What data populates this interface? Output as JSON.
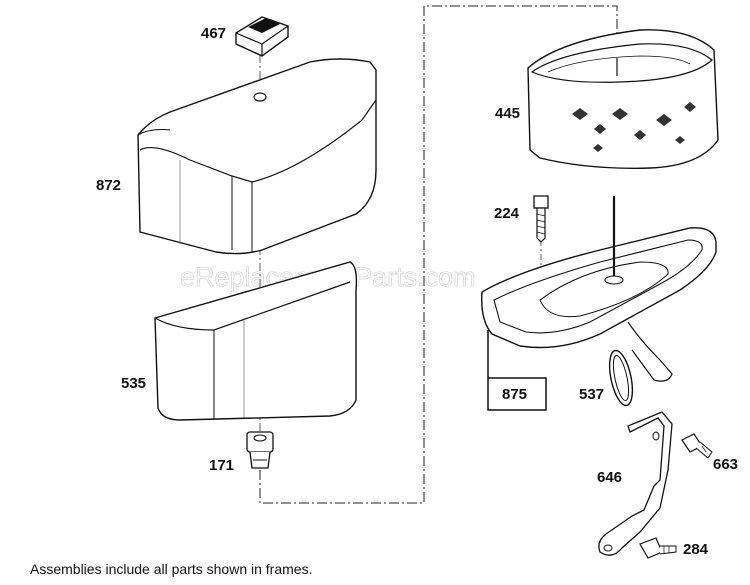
{
  "watermark": "eReplacementParts.com",
  "caption": "Assemblies include all parts shown in frames.",
  "labels": {
    "p467": "467",
    "p872": "872",
    "p535": "535",
    "p171": "171",
    "p445": "445",
    "p224": "224",
    "p875": "875",
    "p537": "537",
    "p646": "646",
    "p663": "663",
    "p284": "284"
  }
}
